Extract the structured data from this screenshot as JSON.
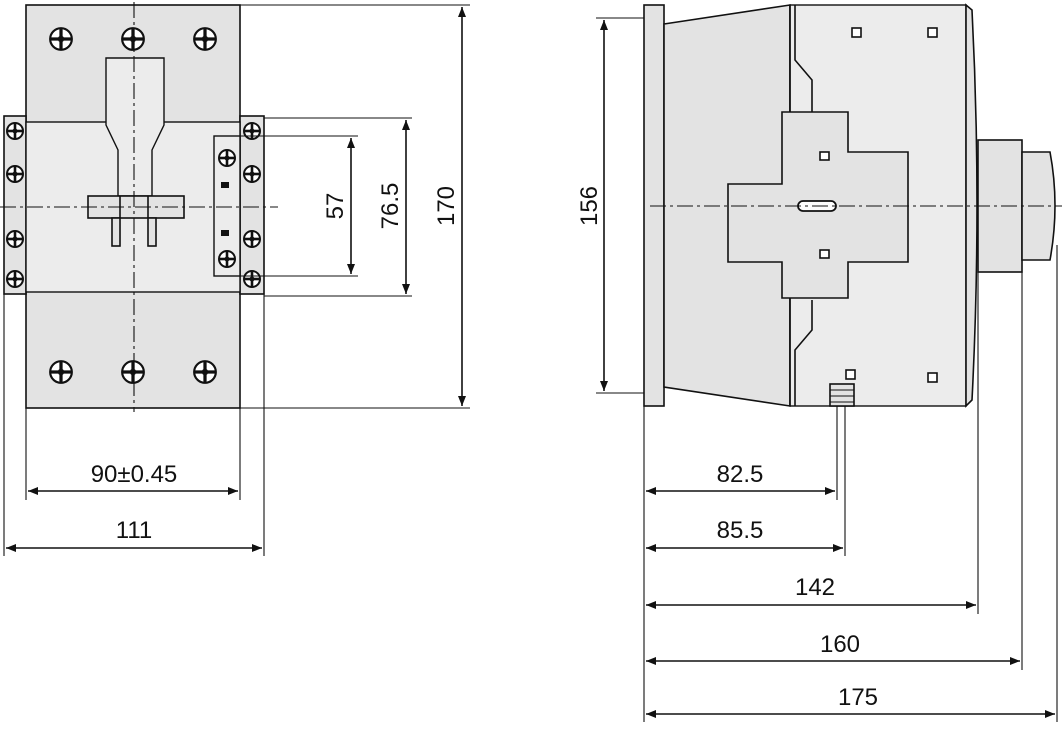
{
  "front_view": {
    "dims": {
      "width_mount": "90±0.45",
      "width_total": "111",
      "height_57": "57",
      "height_765": "76.5",
      "height_170": "170"
    }
  },
  "side_view": {
    "dims": {
      "height_156": "156",
      "depth_825": "82.5",
      "depth_855": "85.5",
      "depth_142": "142",
      "depth_160": "160",
      "depth_175": "175"
    }
  }
}
